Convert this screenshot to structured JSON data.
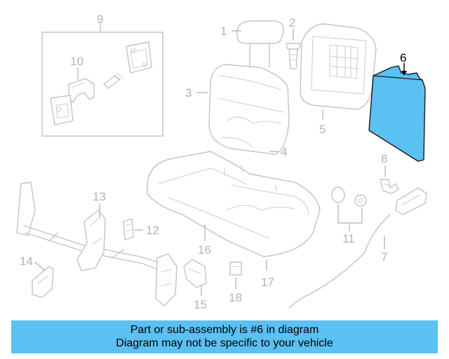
{
  "callouts": {
    "c1": "1",
    "c2": "2",
    "c3": "3",
    "c4": "4",
    "c5": "5",
    "c6": "6",
    "c7": "7",
    "c8": "8",
    "c9": "9",
    "c10": "10",
    "c11": "11",
    "c12": "12",
    "c13": "13",
    "c14": "14",
    "c15": "15",
    "c16": "16",
    "c17": "17",
    "c18": "18"
  },
  "highlight": {
    "part_number": "6",
    "color": "#5bc0f2"
  },
  "banner": {
    "line1": "Part or sub-assembly is #6 in diagram",
    "line2": "Diagram may not be specific to your vehicle",
    "background": "#5bc0f2"
  }
}
